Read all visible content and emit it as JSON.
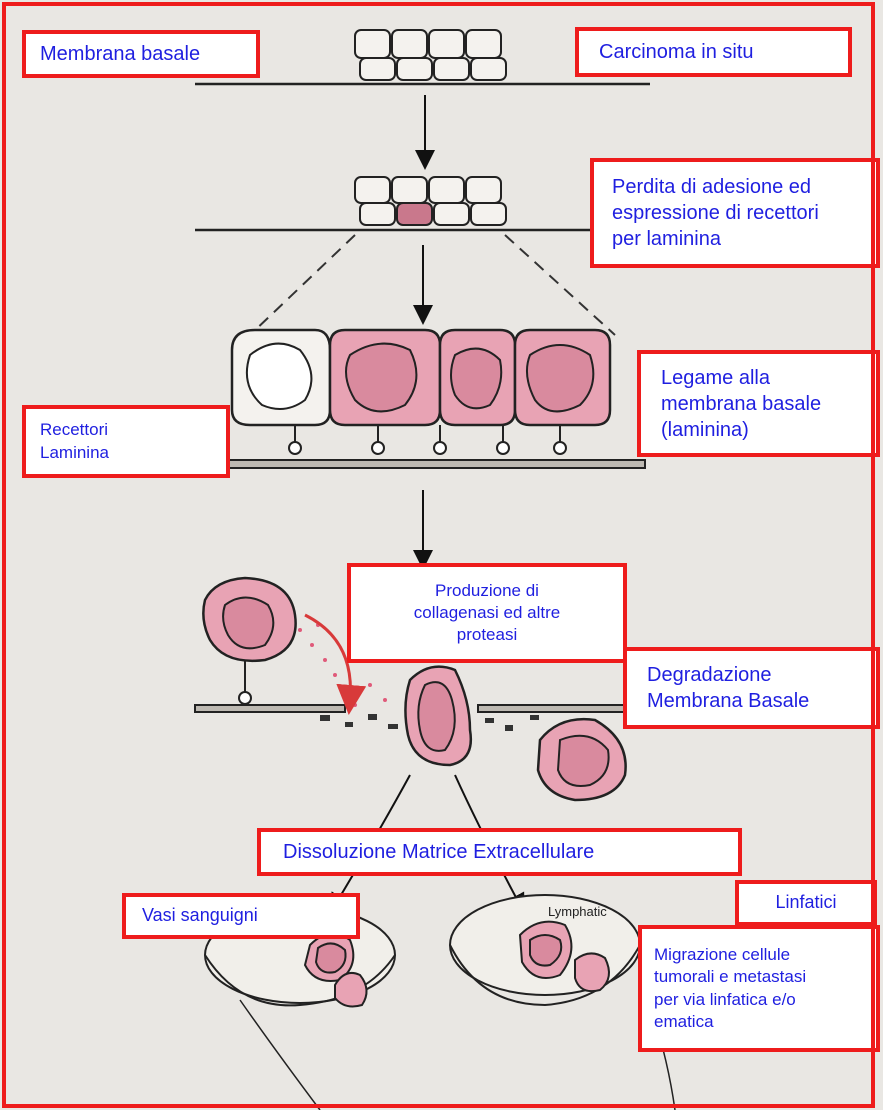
{
  "labels": {
    "membrana_basale": "Membrana basale",
    "carcinoma_in_situ": "Carcinoma in situ",
    "perdita_adesione": "Perdita di adesione ed\nespressione di recettori\nper laminina",
    "legame_membrana": "Legame alla\nmembrana basale\n(laminina)",
    "recettori_laminina": "Recettori\nLaminina",
    "produzione_collagenasi": "Produzione di\ncollagenasi ed altre\nproteasi",
    "degradazione": "Degradazione\nMembrana Basale",
    "dissoluzione": "Dissoluzione Matrice Extracellulare",
    "vasi_sanguigni": "Vasi sanguigni",
    "linfatici": "Linfatici",
    "migrazione": "Migrazione cellule\ntumorali e metastasi\nper via linfatica e/o\nematica"
  },
  "photo_text": {
    "lymphatic": "Lymphatic"
  },
  "colors": {
    "frame_red": "#ee1c1c",
    "label_blue": "#1f1fe0",
    "background_gray": "#e9e7e3",
    "cell_pink": "#e8a3b4",
    "nucleus_pink": "#d98a9e"
  }
}
